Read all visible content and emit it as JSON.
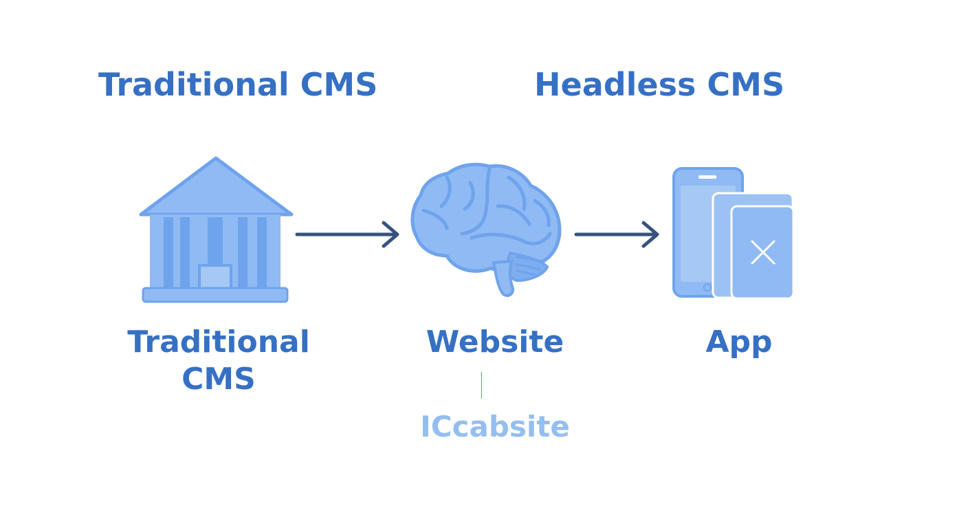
{
  "headings": {
    "left": "Traditional CMS",
    "right": "Headless CMS"
  },
  "nodes": {
    "cms": {
      "line1": "Traditional",
      "line2": "CMS",
      "icon": "building-icon"
    },
    "website": {
      "label": "Website",
      "icon": "brain-icon"
    },
    "app": {
      "label": "App",
      "icon": "devices-icon"
    }
  },
  "ghost_label": "ICcabsite",
  "colors": {
    "heading": "#3670c5",
    "icon_fill": "#8fbaf3",
    "icon_stroke": "#6fa3ec",
    "arrow": "#36527d",
    "ghost": "#94bef0",
    "divider": "#4caf6a"
  }
}
